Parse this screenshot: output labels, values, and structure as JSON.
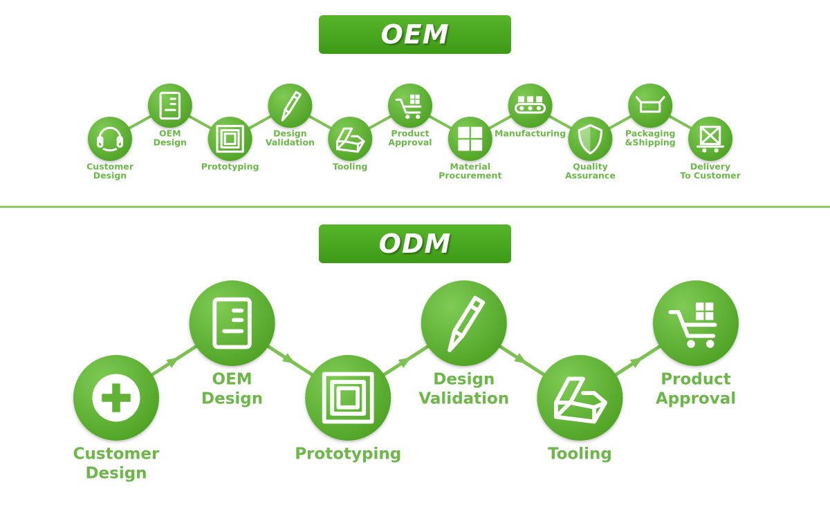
{
  "oem": {
    "title": "OEM",
    "steps": [
      {
        "label": [
          "Customer",
          "Design"
        ],
        "icon": "headset-icon"
      },
      {
        "label": [
          "OEM",
          "Design"
        ],
        "icon": "document-icon"
      },
      {
        "label": [
          "Prototyping"
        ],
        "icon": "nested-square-icon"
      },
      {
        "label": [
          "Design",
          "Validation"
        ],
        "icon": "pencil-icon"
      },
      {
        "label": [
          "Tooling"
        ],
        "icon": "mold-icon"
      },
      {
        "label": [
          "Product",
          "Approval"
        ],
        "icon": "cart-icon"
      },
      {
        "label": [
          "Material",
          "Procurement"
        ],
        "icon": "grid-icon"
      },
      {
        "label": [
          "Manufacturing"
        ],
        "icon": "conveyor-icon"
      },
      {
        "label": [
          "Quality",
          "Assurance"
        ],
        "icon": "shield-icon"
      },
      {
        "label": [
          "Packaging",
          "&Shipping"
        ],
        "icon": "package-icon"
      },
      {
        "label": [
          "Delivery",
          "To Customer"
        ],
        "icon": "delivery-cart-icon"
      }
    ]
  },
  "odm": {
    "title": "ODM",
    "steps": [
      {
        "label": [
          "Customer",
          "Design"
        ],
        "icon": "plus-icon"
      },
      {
        "label": [
          "OEM",
          "Design"
        ],
        "icon": "document-icon"
      },
      {
        "label": [
          "Prototyping"
        ],
        "icon": "nested-square-icon"
      },
      {
        "label": [
          "Design",
          "Validation"
        ],
        "icon": "pencil-icon"
      },
      {
        "label": [
          "Tooling"
        ],
        "icon": "mold-icon"
      },
      {
        "label": [
          "Product",
          "Approval"
        ],
        "icon": "cart-icon"
      }
    ]
  },
  "colors": {
    "primary": "#5fb233",
    "banner_dark": "#3d9a16",
    "label": "#6cb64a",
    "line": "#7cc152"
  }
}
